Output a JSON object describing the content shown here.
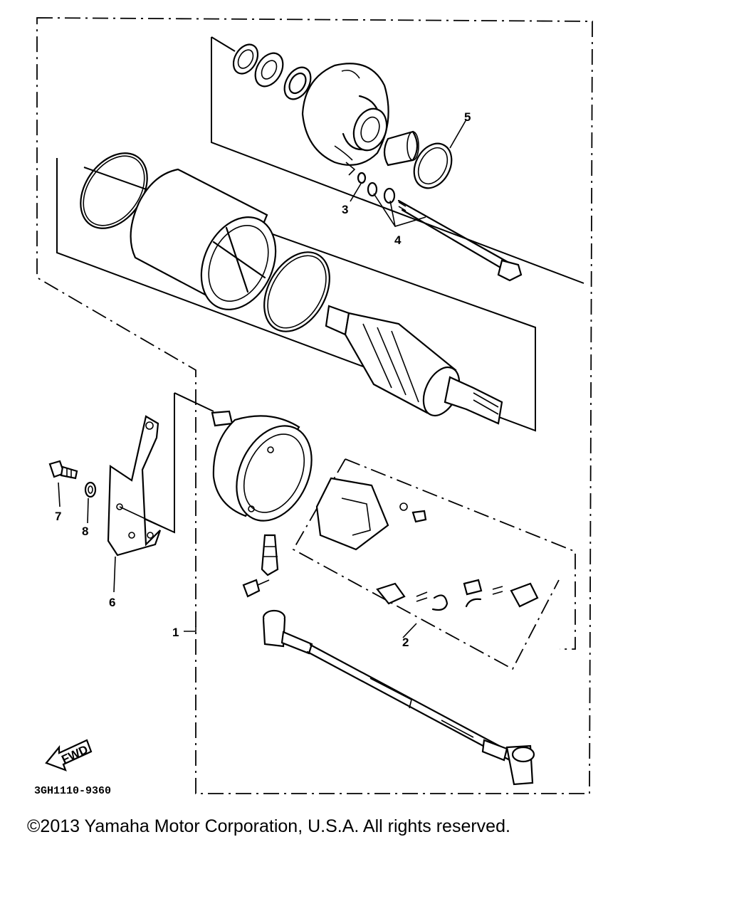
{
  "diagram": {
    "part_labels": [
      "1",
      "2",
      "3",
      "4",
      "5",
      "6",
      "7",
      "8"
    ],
    "direction_label": "FWD",
    "drawing_code": "3GH1110-9360"
  },
  "footer": {
    "copyright": "©2013 Yamaha Motor Corporation, U.S.A. All rights reserved."
  }
}
